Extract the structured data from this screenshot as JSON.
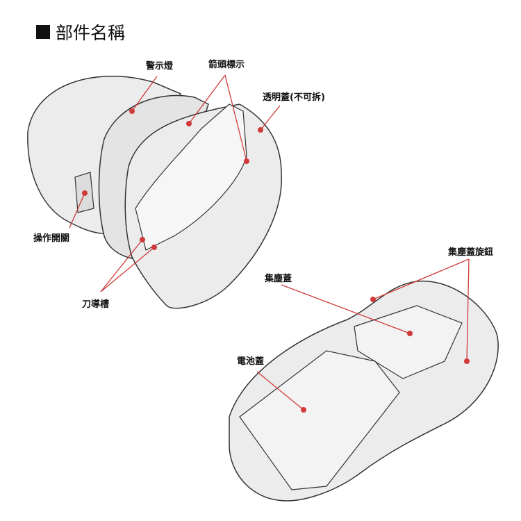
{
  "title": "部件名稱",
  "colors": {
    "leader": "#d03a3a",
    "body": "#ececec",
    "outline": "#333333"
  },
  "labels": {
    "warning_light": "警示燈",
    "arrow_mark": "箭頭標示",
    "clear_cover": "透明蓋(不可拆)",
    "switch": "操作開關",
    "blade_guide": "刀導槽",
    "dust_cover_knob": "集塵蓋旋鈕",
    "dust_cover": "集塵蓋",
    "battery_cover": "電池蓋"
  }
}
